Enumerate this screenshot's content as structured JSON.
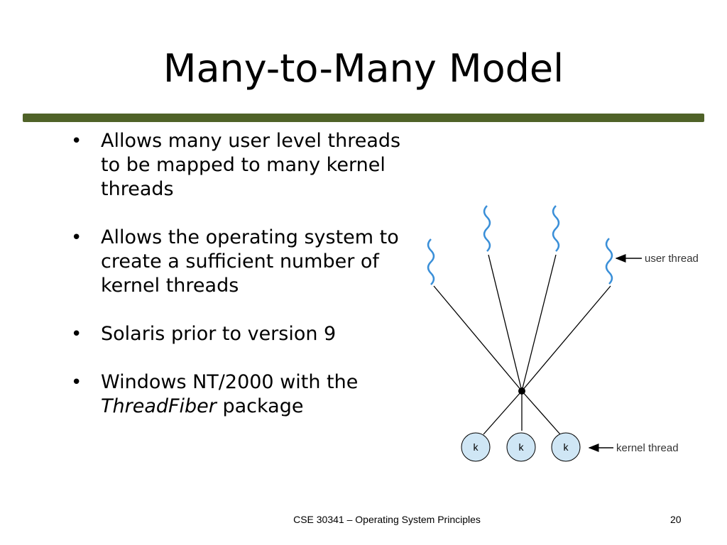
{
  "slide": {
    "title": "Many-to-Many Model",
    "bullets": [
      {
        "text": "Allows many user level threads to be mapped to many kernel threads"
      },
      {
        "text": "Allows the  operating system to create a sufficient number of kernel threads"
      },
      {
        "text": "Solaris prior to version 9"
      },
      {
        "text_before": "Windows NT/2000 with the ",
        "text_italic": "ThreadFiber",
        "text_after": " package"
      }
    ],
    "bullet_glyph": "•"
  },
  "diagram": {
    "user_thread_label": "user thread",
    "kernel_thread_label": "kernel thread",
    "kernel_node_labels": [
      "k",
      "k",
      "k"
    ],
    "kernel_node_fill": "#cfe6f5",
    "user_thread_color": "#3a8fd8"
  },
  "footer": {
    "course": "CSE 30341 – Operating System Principles",
    "page_number": "20"
  },
  "theme": {
    "title_bar_color": "#4f6228"
  }
}
